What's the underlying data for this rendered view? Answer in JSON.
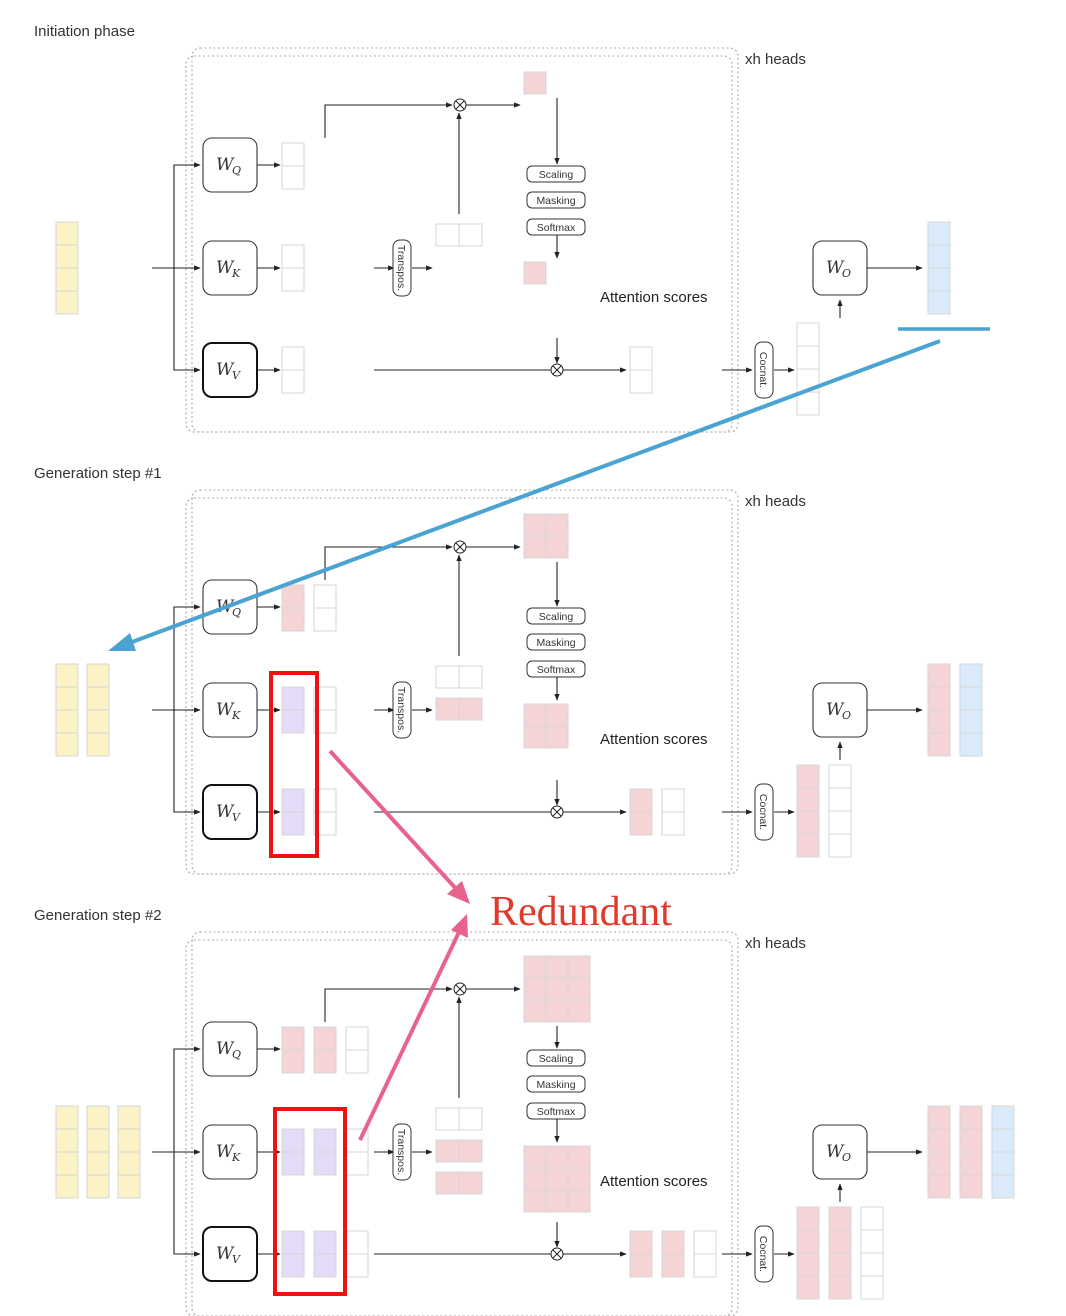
{
  "phases": [
    {
      "title": "Initiation phase",
      "heads": "xh heads",
      "attention": "Attention scores"
    },
    {
      "title": "Generation step #1",
      "heads": "xh heads",
      "attention": "Attention scores"
    },
    {
      "title": "Generation step #2",
      "heads": "xh heads",
      "attention": "Attention scores"
    }
  ],
  "ops": {
    "scaling": "Scaling",
    "masking": "Masking",
    "softmax": "Softmax",
    "transpose": "Transpos.",
    "concat": "Cocnat."
  },
  "weights": {
    "q": {
      "main": "W",
      "sub": "Q"
    },
    "k": {
      "main": "W",
      "sub": "K"
    },
    "v": {
      "main": "W",
      "sub": "V"
    },
    "o": {
      "main": "W",
      "sub": "O"
    }
  },
  "annotation": {
    "redundant": "Redundant"
  },
  "colors": {
    "input": "#fbf3c6",
    "output": "#d9ebfa",
    "attention": "#f6d4d6",
    "kv_cache": "#e4dcf7",
    "neutral": "#eeeeee",
    "highlight_box": "#ee1111",
    "arrow_blue": "#4aa3d0",
    "arrow_pink": "#e8628c",
    "redundant_text": "#e23a2a"
  }
}
